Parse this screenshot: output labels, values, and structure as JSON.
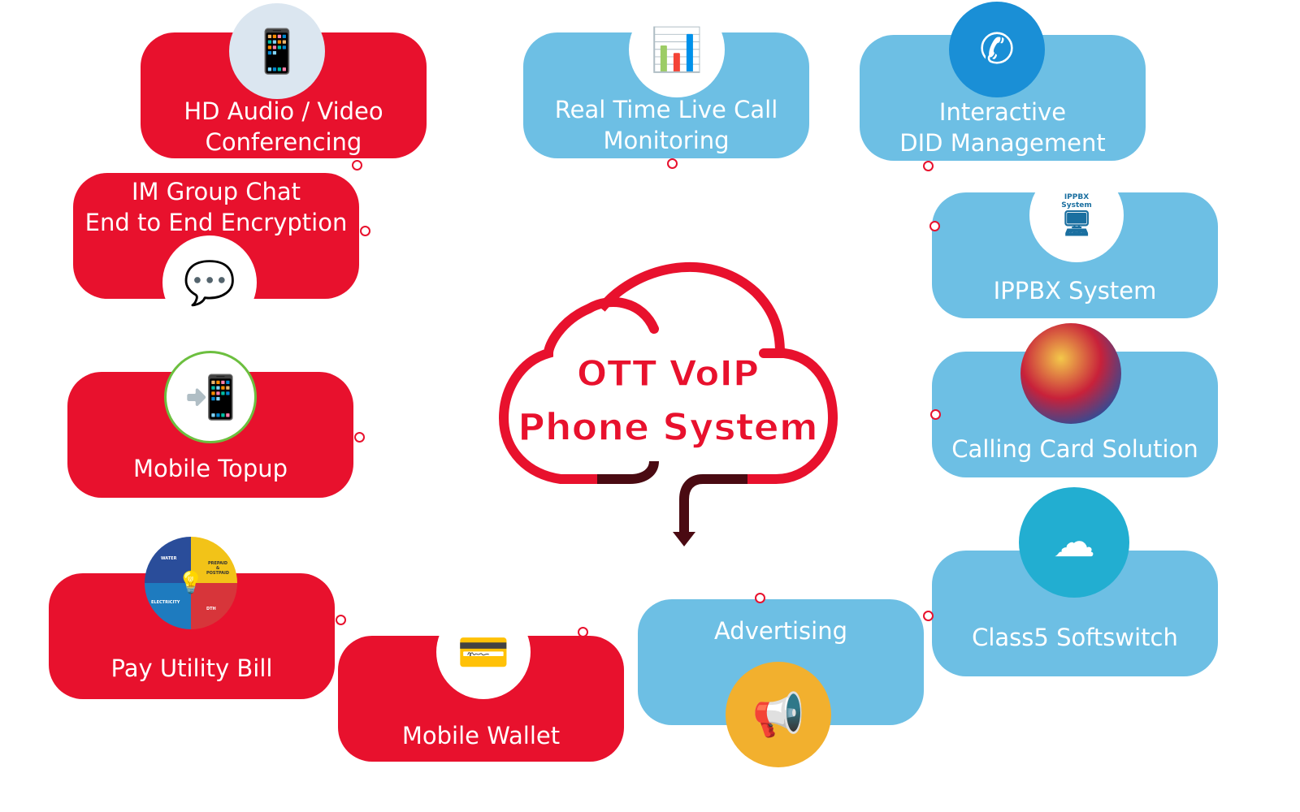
{
  "title": {
    "line1": "OTT VoIP",
    "line2": "Phone System"
  },
  "colors": {
    "red": "#e8112d",
    "blue": "#6dbfe4",
    "arrow": "#4a0a12"
  },
  "features": [
    {
      "label1": "HD Audio / Video",
      "label2": "Conferencing",
      "icon": "video-call-icon"
    },
    {
      "label1": "Real Time Live Call",
      "label2": "Monitoring",
      "icon": "monitoring-chart-icon"
    },
    {
      "label1": "Interactive",
      "label2": "DID Management",
      "icon": "phone-cloud-icon"
    },
    {
      "label1": "IM Group Chat",
      "label2": "End to End Encryption",
      "icon": "encrypted-chat-icon"
    },
    {
      "label1": "IPPBX System",
      "icon": "ippbx-network-icon",
      "icon_text1": "IPPBX",
      "icon_text2": "System"
    },
    {
      "label1": "Mobile Topup",
      "icon": "mobile-topup-icon"
    },
    {
      "label1": "Calling Card Solution",
      "icon": "flags-globe-icon"
    },
    {
      "label1": "Class5 Softswitch",
      "icon": "cloud-server-icon"
    },
    {
      "label1": "Pay Utility Bill",
      "icon": "utility-bill-icon",
      "icon_labels": [
        "WATER",
        "PREPAID & POSTPAID",
        "ELECTRICITY",
        "DTH"
      ]
    },
    {
      "label1": "Mobile Wallet",
      "icon": "mobile-wallet-icon"
    },
    {
      "label1": "Advertising",
      "icon": "megaphone-phone-icon"
    }
  ]
}
